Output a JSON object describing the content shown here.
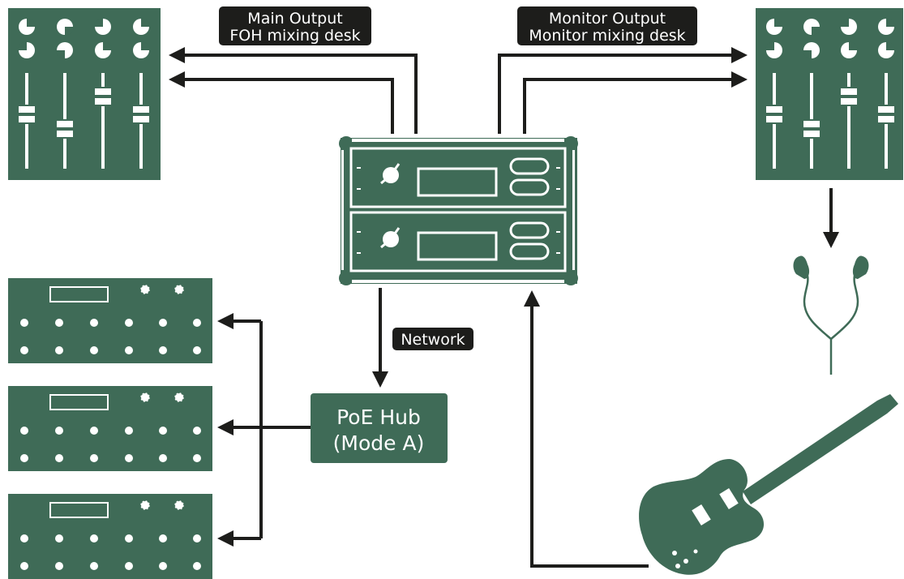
{
  "colors": {
    "green": "#3f6b57",
    "line": "#1d1d1b",
    "label_bg": "#1d1d1b",
    "white": "#ffffff"
  },
  "labels": {
    "main_output_line1": "Main Output",
    "main_output_line2": "FOH mixing desk",
    "monitor_output_line1": "Monitor Output",
    "monitor_output_line2": "Monitor mixing desk",
    "network": "Network",
    "hub_line1": "PoE Hub",
    "hub_line2": "(Mode A)"
  },
  "icons": {
    "foh_desk": "mixing-desk-icon",
    "monitor_desk": "mixing-desk-icon",
    "rack": "rack-unit-icon",
    "earphones": "earphones-icon",
    "guitar": "electric-guitar-icon",
    "controllers": "personal-mixer-icon"
  }
}
